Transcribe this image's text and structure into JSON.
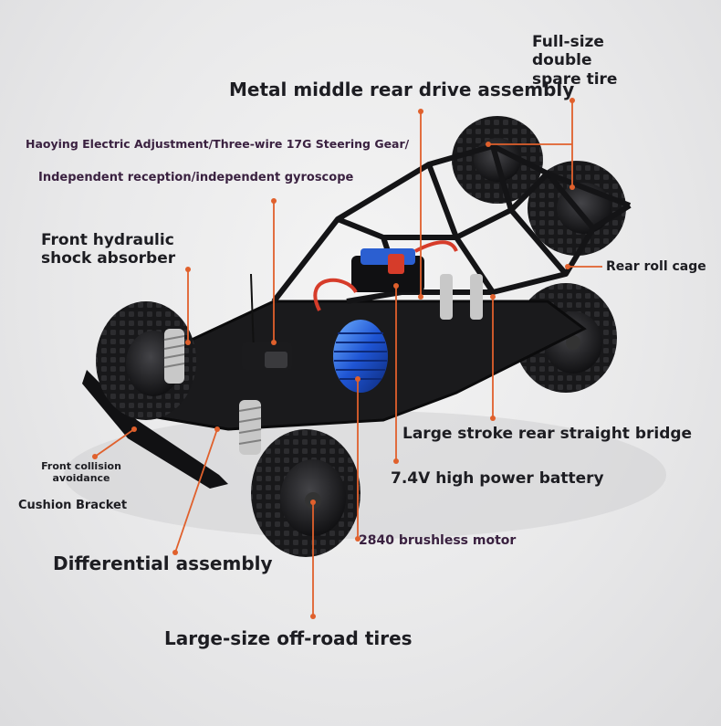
{
  "labels": {
    "full_size_spare": "Full-size\ndouble\nspare tire",
    "metal_drive": "Metal middle rear drive assembly",
    "steering_gear": "Haoying Electric Adjustment/Three-wire 17G Steering Gear/",
    "reception": "Independent reception/independent gyroscope",
    "front_shock": "Front hydraulic\nshock absorber",
    "rear_roll_cage": "Rear roll cage",
    "rear_bridge": "Large stroke rear straight bridge",
    "battery": "7.4V high power battery",
    "front_collision": "Front collision\navoidance",
    "cushion_bracket": "Cushion Bracket",
    "motor": "2840 brushless motor",
    "differential": "Differential assembly",
    "tires": "Large-size off-road tires"
  },
  "colors": {
    "leader": "#e0602c",
    "chassis": "#141416",
    "tire": "#1e1e20",
    "motor": "#2f6fe0",
    "red_accent": "#d63c2a",
    "spring": "#c8c8c8"
  }
}
